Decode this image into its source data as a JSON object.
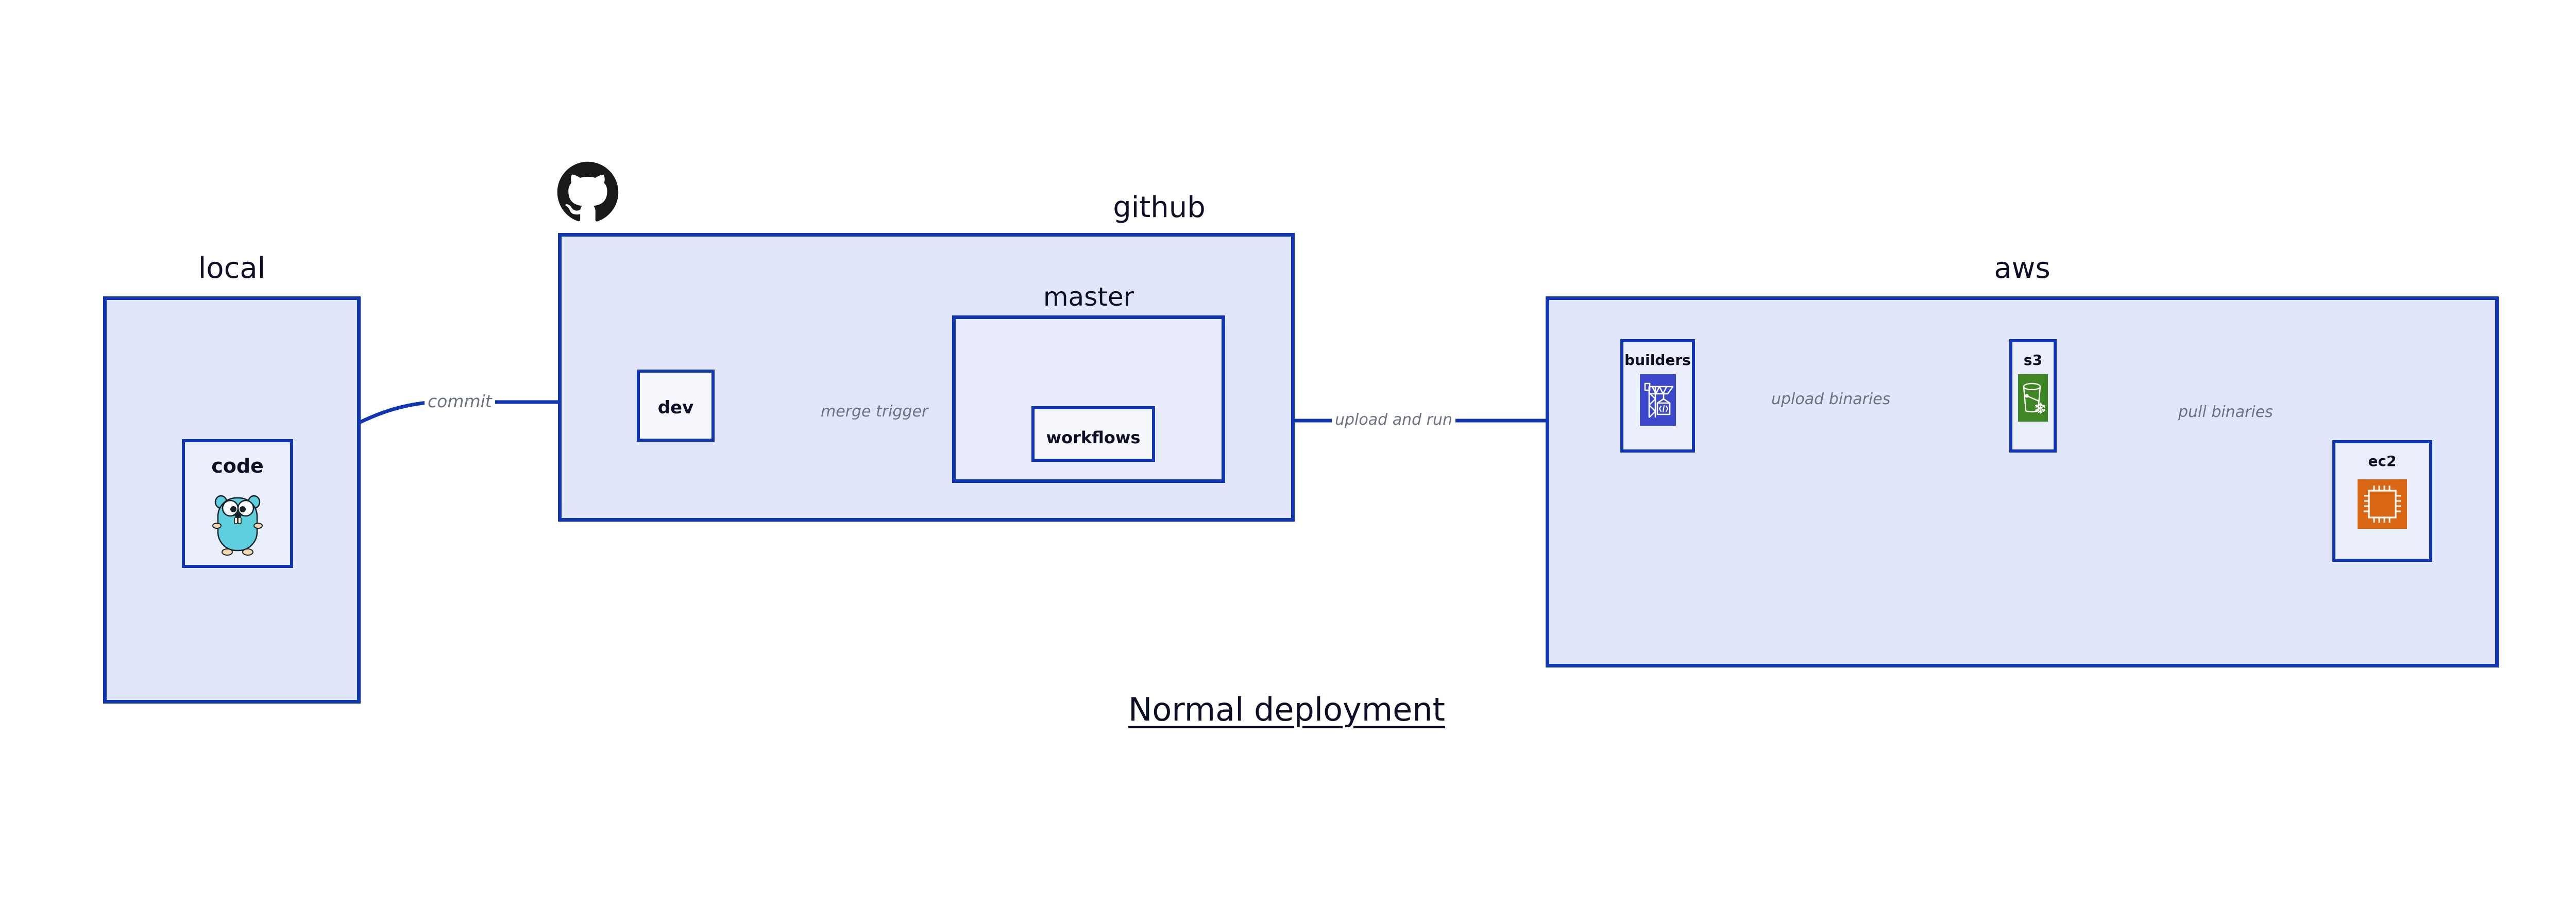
{
  "diagram": {
    "title": "Normal deployment",
    "background_color": "#ffffff",
    "accent_color": "#0f35b5",
    "group_fill": "#e2e6fa",
    "node_fill": "#ebeffc",
    "edge_label_color": "#6b7280",
    "text_color": "#0c0f26"
  },
  "groups": [
    {
      "id": "local",
      "label": "local",
      "nodes": [
        {
          "id": "code",
          "label": "code",
          "icon": "go-gopher-icon"
        }
      ]
    },
    {
      "id": "github",
      "label": "github",
      "logo": "github-octocat-icon",
      "nodes": [
        {
          "id": "dev",
          "label": "dev",
          "icon": "none"
        }
      ],
      "subgroups": [
        {
          "id": "master",
          "label": "master",
          "nodes": [
            {
              "id": "workflows",
              "label": "workflows",
              "icon": "none"
            }
          ]
        }
      ]
    },
    {
      "id": "aws",
      "label": "aws",
      "nodes": [
        {
          "id": "builders",
          "label": "builders",
          "icon": "aws-codebuild-crane-icon",
          "icon_color": "#3b48cc"
        },
        {
          "id": "s3",
          "label": "s3",
          "icon": "aws-s3-glacier-bucket-icon",
          "icon_color": "#3f8624"
        },
        {
          "id": "ec2",
          "label": "ec2",
          "icon": "aws-ec2-chip-icon",
          "icon_color": "#d86613"
        }
      ]
    }
  ],
  "edges": [
    {
      "id": "code-to-dev",
      "label": "commit",
      "from": "code",
      "to": "dev"
    },
    {
      "id": "dev-to-workflows",
      "label": "merge trigger",
      "from": "dev",
      "to": "workflows"
    },
    {
      "id": "workflows-to-builders",
      "label": "upload and run",
      "from": "workflows",
      "to": "builders"
    },
    {
      "id": "builders-to-s3",
      "label": "upload binaries",
      "from": "builders",
      "to": "s3"
    },
    {
      "id": "s3-to-ec2",
      "label": "pull binaries",
      "from": "s3",
      "to": "ec2"
    }
  ]
}
